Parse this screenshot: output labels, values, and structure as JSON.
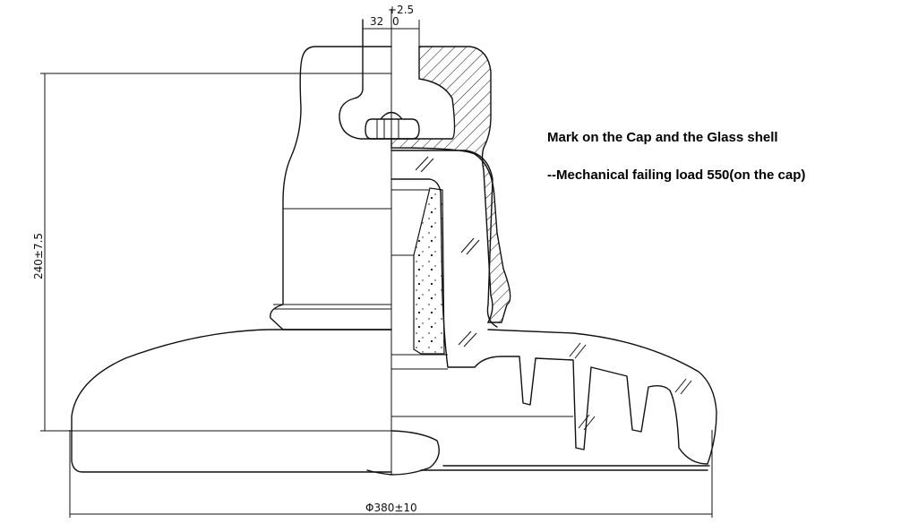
{
  "drawing": {
    "title": "Glass disc suspension insulator — half section",
    "dimensions": {
      "pin_socket_width": "32",
      "pin_socket_tolerance_upper": "+2.5",
      "pin_socket_tolerance_lower": "0",
      "height": "240±7.5",
      "diameter": "Φ380±10"
    },
    "notes": [
      "Mark on the Cap and the Glass shell",
      "--Mechanical failing load  550(on the cap)"
    ],
    "colors": {
      "line": "#111111",
      "background": "#ffffff"
    }
  }
}
